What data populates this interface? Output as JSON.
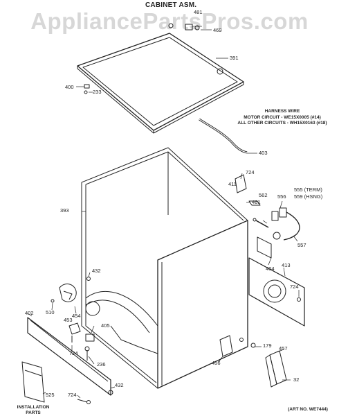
{
  "watermark": "AppliancePartsPros.com",
  "title": "CABINET ASM.",
  "harness_note": {
    "line1": "HARNESS WIRE",
    "line2": "MOTOR CIRCUIT - WE15X0005 (#14)",
    "line3": "ALL OTHER CIRCUITS - WH15X0163 (#18)"
  },
  "callouts": {
    "p481": "481",
    "p469": "469",
    "p391": "391",
    "p400": "400",
    "p233": "233",
    "p403": "403",
    "p724a": "724",
    "p411": "411",
    "p461": "461",
    "p393": "393",
    "p562": "562",
    "p556": "556",
    "p555": "555 (TERM)",
    "p559": "559 (HSNG)",
    "p557": "557",
    "p404": "404",
    "p413": "413",
    "p724b": "724",
    "p432a": "432",
    "p510": "510",
    "p454": "454",
    "p453": "453",
    "p405": "405",
    "p402": "402",
    "p724c": "724",
    "p236": "236",
    "p179": "179",
    "p457": "457",
    "p456": "456",
    "p32": "32",
    "p432b": "432",
    "p724d": "724",
    "p525": "525"
  },
  "installation_label": {
    "line1": "INSTALLATION",
    "line2": "PARTS"
  },
  "art_no": "(ART NO. WE7444)"
}
